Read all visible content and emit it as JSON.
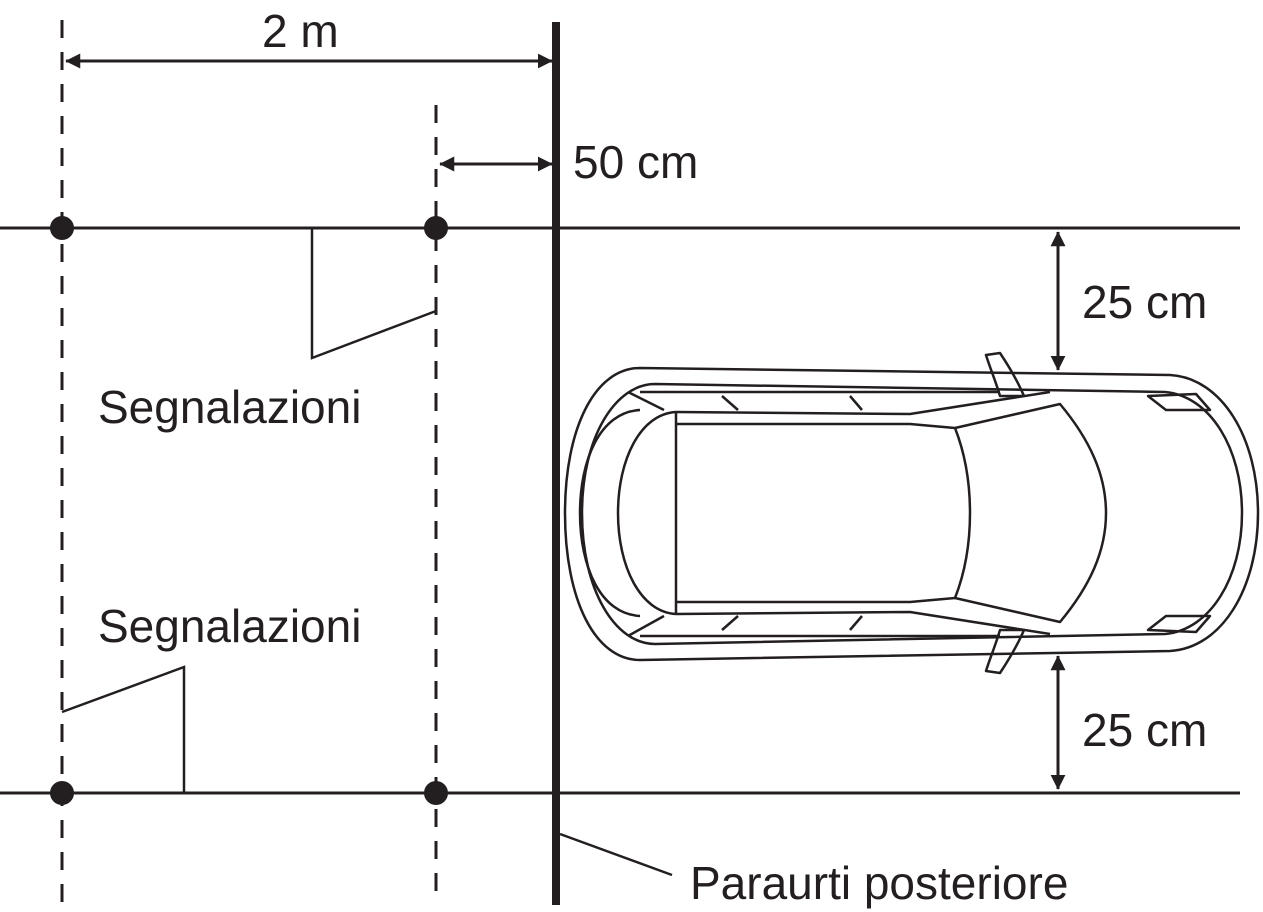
{
  "dimensions": {
    "two_m": "2 m",
    "fifty_cm": "50 cm",
    "top_gap": "25 cm",
    "bottom_gap": "25 cm"
  },
  "labels": {
    "marker_top": "Segnalazioni",
    "marker_bottom": "Segnalazioni",
    "bumper": "Paraurti posteriore"
  },
  "icons": {
    "vehicle": "car-top-view-icon",
    "arrow": "double-arrow-icon"
  },
  "colors": {
    "ink": "#231f20",
    "background": "#ffffff"
  }
}
